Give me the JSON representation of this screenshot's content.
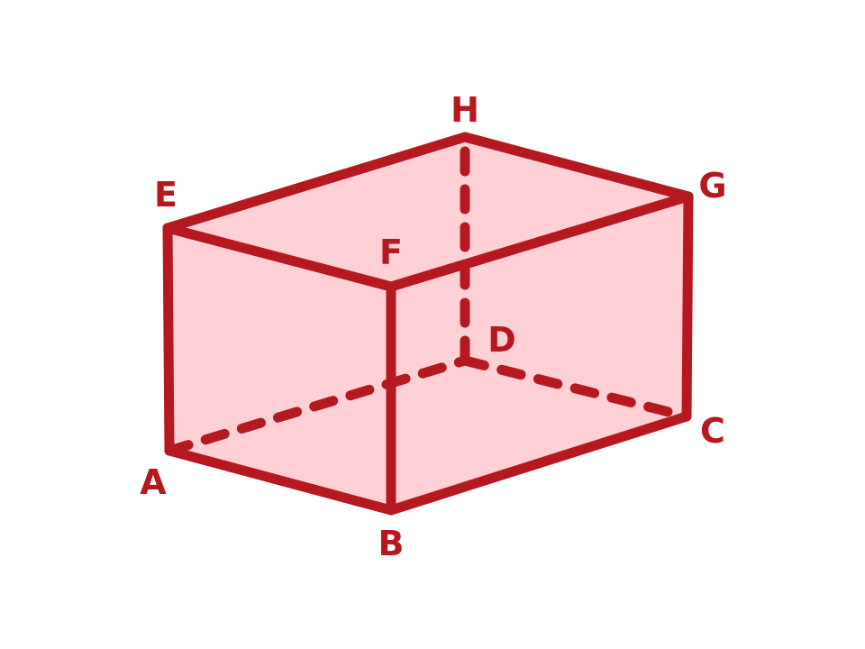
{
  "diagram": {
    "colors": {
      "edge": "#b5191f",
      "fill": "#ffd0d6",
      "label": "#b5191f",
      "background": "#ffffff"
    },
    "vertices": [
      {
        "id": "A",
        "label": "A"
      },
      {
        "id": "B",
        "label": "B"
      },
      {
        "id": "C",
        "label": "C"
      },
      {
        "id": "D",
        "label": "D"
      },
      {
        "id": "E",
        "label": "E"
      },
      {
        "id": "F",
        "label": "F"
      },
      {
        "id": "G",
        "label": "G"
      },
      {
        "id": "H",
        "label": "H"
      }
    ],
    "visible_edges": [
      [
        "A",
        "B"
      ],
      [
        "B",
        "C"
      ],
      [
        "C",
        "G"
      ],
      [
        "G",
        "H"
      ],
      [
        "H",
        "E"
      ],
      [
        "E",
        "F"
      ],
      [
        "F",
        "G"
      ],
      [
        "E",
        "A"
      ],
      [
        "F",
        "B"
      ]
    ],
    "hidden_edges": [
      [
        "A",
        "D"
      ],
      [
        "D",
        "C"
      ],
      [
        "D",
        "H"
      ]
    ],
    "faces": [
      [
        "A",
        "B",
        "F",
        "E"
      ],
      [
        "B",
        "C",
        "G",
        "F"
      ],
      [
        "E",
        "F",
        "G",
        "H"
      ]
    ]
  }
}
